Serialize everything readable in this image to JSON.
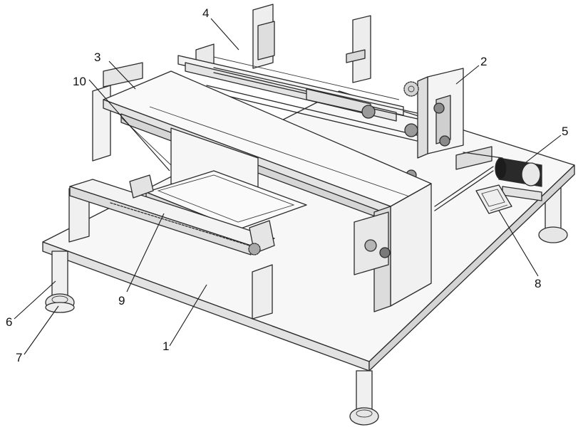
{
  "colors": {
    "line": "#2b2b2b",
    "face_light": "#fbfbfb",
    "face_mid": "#ececec",
    "face_dark": "#d2d2d2",
    "metal": "#bcbcbc",
    "motor_dark": "#1c1c1c"
  },
  "callouts": [
    {
      "id": "c1",
      "text": "1"
    },
    {
      "id": "c2",
      "text": "2"
    },
    {
      "id": "c3",
      "text": "3"
    },
    {
      "id": "c4",
      "text": "4"
    },
    {
      "id": "c5",
      "text": "5"
    },
    {
      "id": "c6",
      "text": "6"
    },
    {
      "id": "c7",
      "text": "7"
    },
    {
      "id": "c8",
      "text": "8"
    },
    {
      "id": "c9",
      "text": "9"
    },
    {
      "id": "c10",
      "text": "10"
    }
  ]
}
